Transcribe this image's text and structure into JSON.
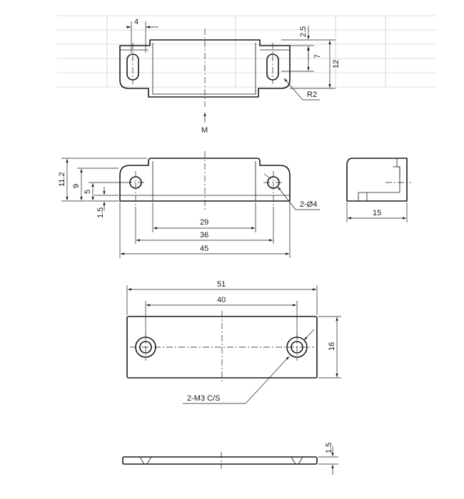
{
  "top_view": {
    "dim_slot_width": "4",
    "dim_top_offset": "2.5",
    "dim_slot_length": "7",
    "dim_height": "12",
    "radius_label": "R2",
    "direction_label": "M"
  },
  "front_view": {
    "dim_total_height": "11.2",
    "dim_body_height": "9",
    "dim_hole_center": "5",
    "dim_flange_thickness": "1.5",
    "dim_inner_width": "29",
    "dim_hole_pitch": "36",
    "dim_overall_width": "45",
    "hole_callout": "2-Ø4"
  },
  "side_view": {
    "dim_depth": "15"
  },
  "plate_view": {
    "dim_overall_length": "51",
    "dim_hole_pitch": "40",
    "dim_width": "16",
    "hole_callout": "2-M3 C/S"
  },
  "plate_edge_view": {
    "dim_thickness": "1.5"
  }
}
